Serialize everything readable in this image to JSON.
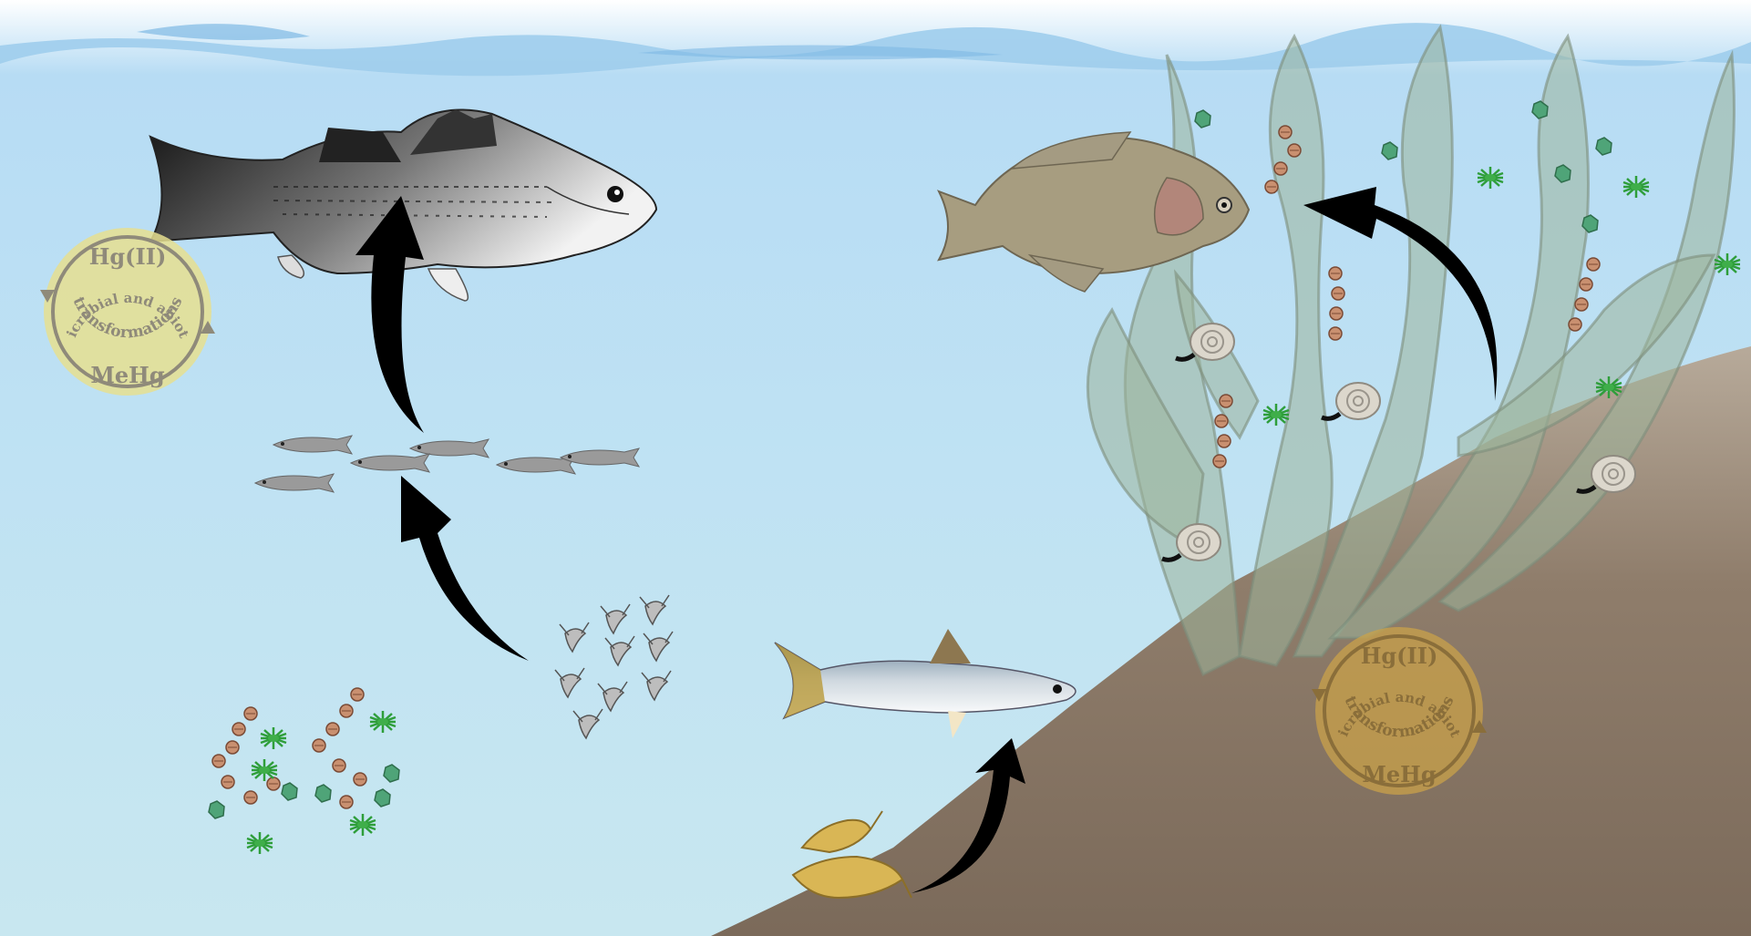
{
  "cycles": [
    {
      "id": "water-column",
      "top": "Hg(II)",
      "arc": "microbial and abiotic",
      "arc2": "transformations",
      "bottom": "MeHg",
      "fill": "#e6df8f",
      "ink": "#8f8a7a"
    },
    {
      "id": "sediment",
      "top": "Hg(II)",
      "arc": "microbial and abiotic",
      "arc2": "transformations",
      "bottom": "MeHg",
      "fill": "#c9a24a",
      "ink": "#8a6e3a"
    }
  ],
  "organisms": [
    "striped-bass",
    "forage-fish-school",
    "zooplankton",
    "phytoplankton",
    "sunfish",
    "minnow",
    "benthic-amphipods",
    "aquatic-vegetation",
    "snails",
    "periphyton"
  ],
  "colors": {
    "water_top": "#b5dff6",
    "water_bottom": "#c7e8f2",
    "sediment": "#8a7766",
    "arrow": "#000000",
    "vegetation": "#9fb79a"
  }
}
